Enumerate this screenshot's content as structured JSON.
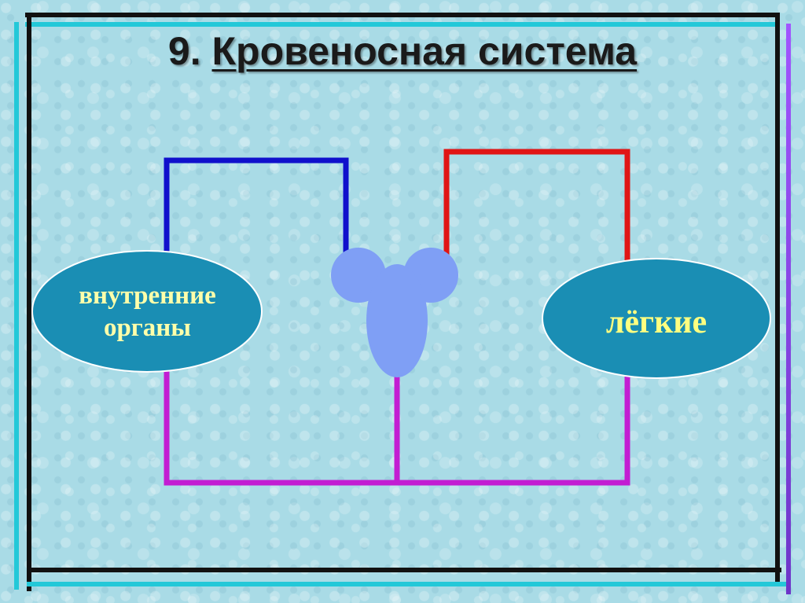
{
  "title": {
    "number": "9.",
    "text": "Кровеносная система"
  },
  "diagram": {
    "organs_label_line1": "внутренние",
    "organs_label_line2": "органы",
    "lungs_label": "лёгкие"
  },
  "colors": {
    "vein": "#1010cc",
    "artery": "#e01515",
    "mixed": "#c21dd2",
    "heart": "#7f9ff5",
    "organ_fill": "#1a8eb4",
    "organ_text": "#ffffaa",
    "lungs_text": "#ffff80"
  }
}
